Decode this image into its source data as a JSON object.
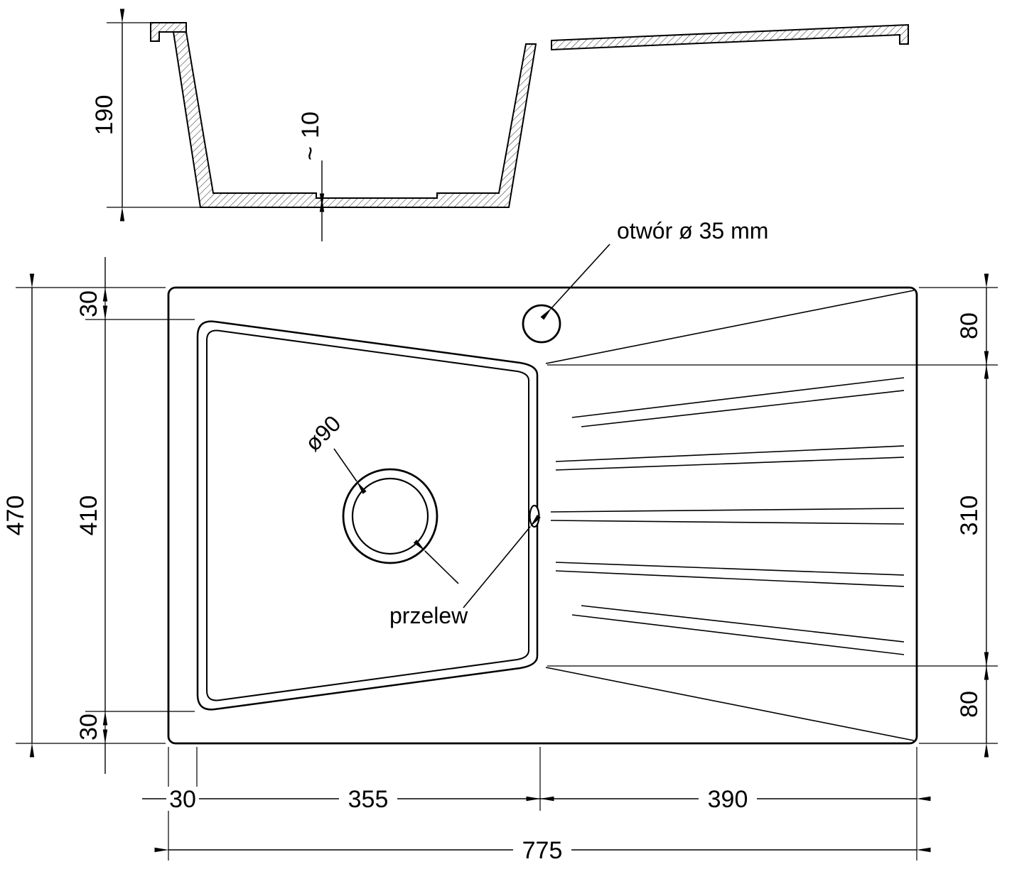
{
  "section": {
    "depth": "190",
    "approx": "~",
    "bottom_thickness": "10"
  },
  "labels": {
    "tap_hole": "otwór ø 35 mm",
    "drain_diameter": "ø90",
    "overflow": "przelew"
  },
  "dims": {
    "total_height": "470",
    "rim_top": "30",
    "basin_length": "410",
    "rim_bottom": "30",
    "right_top": "80",
    "drainer_height": "310",
    "right_bottom": "80",
    "left_margin": "30",
    "basin_width": "355",
    "drainer_width": "390",
    "total_width": "775"
  }
}
